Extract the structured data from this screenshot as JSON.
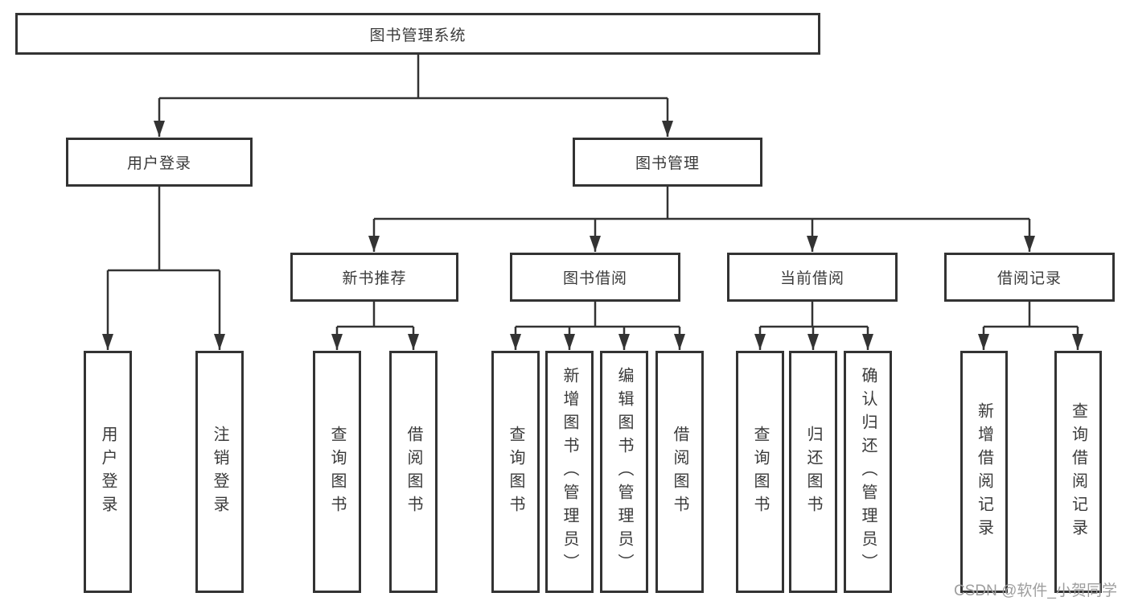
{
  "colors": {
    "line": "#333333",
    "text": "#3a3a3a",
    "watermark": "#9e9e9e",
    "background": "#ffffff"
  },
  "tree": {
    "root": "图书管理系统",
    "children": [
      {
        "label": "用户登录",
        "children": [
          "用户登录",
          "注销登录"
        ]
      },
      {
        "label": "图书管理",
        "children": [
          {
            "label": "新书推荐",
            "children": [
              "查询图书",
              "借阅图书"
            ]
          },
          {
            "label": "图书借阅",
            "children": [
              "查询图书",
              "新增图书（管理员）",
              "编辑图书（管理员）",
              "借阅图书"
            ]
          },
          {
            "label": "当前借阅",
            "children": [
              "查询图书",
              "归还图书",
              "确认归还（管理员）"
            ]
          },
          {
            "label": "借阅记录",
            "children": [
              "新增借阅记录",
              "查询借阅记录"
            ]
          }
        ]
      }
    ]
  },
  "watermark": {
    "text": "CSDN @软件_小贺同学"
  }
}
